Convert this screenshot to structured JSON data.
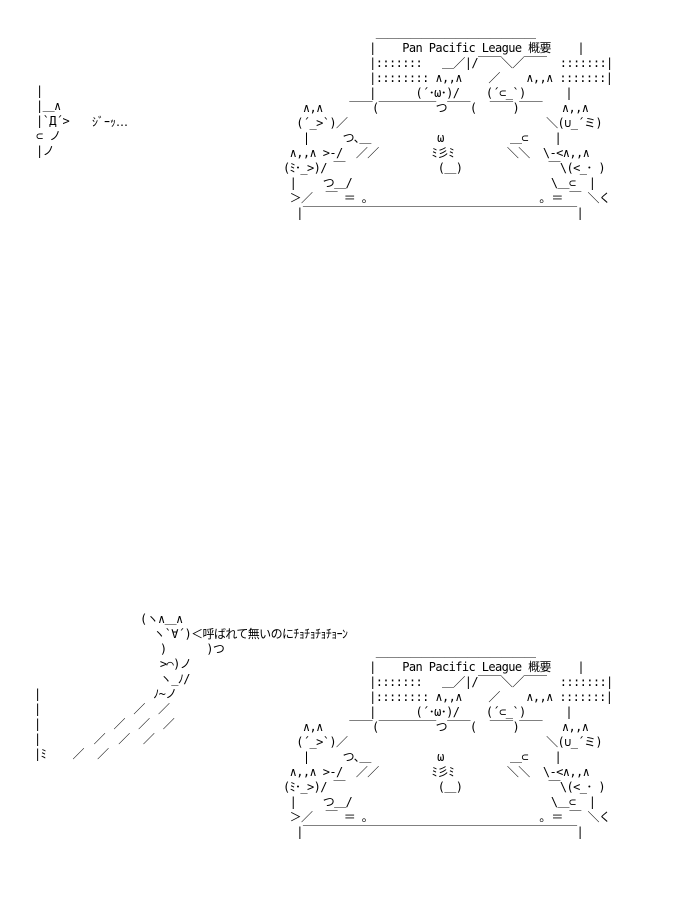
{
  "scene": {
    "meeting_title": "Pan Pacific League 概要",
    "art_lines": [
      "              ＿＿＿＿＿＿＿＿＿＿＿＿＿＿",
      "             |    Pan Pacific League 概要    |",
      "             |:::::::   ＿／|/￣￣＼／￣￣  :::::::|",
      "             |:::::::: ∧,,∧    ／    ∧,,∧ :::::::|",
      "             |      (´･ω･)/    (´⊂_`)      |",
      "   ∧,∧    ￣￣(￣￣￣￣￣つ￣￣(  ￣￣)￣￣   ∧,,∧",
      "  (´_>`)／                              ＼(∪_´ミ)",
      "   |     つ､＿          ω          ＿⊂    |",
      " ∧,,∧ >-/  ／／        ﾐ彡ﾐ        ＼＼  \\-<∧,,∧",
      "(ﾐ･_>)/ ￣              (＿)             ￣\\(<_･ )",
      " |    つ＿/                              \\＿⊂  |",
      " ＞／  ￣ ＝ ｡                          ｡ ＝ ￣ ＼く",
      "  |￣￣￣￣￣￣￣￣￣￣￣￣￣￣￣￣￣￣￣￣￣￣￣￣|"
    ]
  },
  "peek": {
    "caption": "ｼﾞｰｯ…",
    "art_lines": [
      "|",
      "|＿∧",
      "|`Д´>",
      "⊂ ノ",
      "|ノ"
    ]
  },
  "shout": {
    "speech": "＜呼ばれて無いのにﾁｮﾁｮﾁｮﾁｮｰﾝ",
    "art_lines": [
      "                (ヽ∧＿∧",
      "                  ヽ`∀´)＜呼ばれて無いのにﾁｮﾁｮﾁｮﾁｮｰﾝ",
      "                   )      )つ",
      "                   >⌒)ノ",
      "                   ヽ_ﾉ/",
      "|                 ﾉ~ノ",
      "|              ／  ／",
      "|           ／  ／  ／",
      "|        ／  ／  ／",
      "|ﾐ    ／  ／"
    ]
  }
}
